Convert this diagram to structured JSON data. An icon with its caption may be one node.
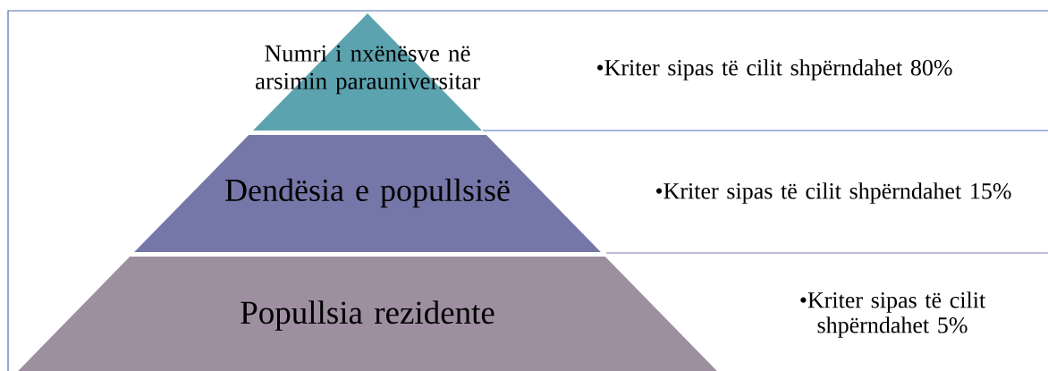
{
  "diagram": {
    "nodes": [
      {
        "text": [
          "Numri i nxënësve në arsimin parauniversitar"
        ]
      },
      {
        "text": [
          "Dendësia e popullsisë"
        ]
      },
      {
        "text": [
          "Popullsia rezidente"
        ]
      }
    ],
    "labels": [
      "•Kriter sipas të cilit shpërndahet 80%",
      "•Kriter sipas të cilit shpërndahet 15%",
      "•Kriter sipas të cilit shpërndahet 5%"
    ]
  }
}
